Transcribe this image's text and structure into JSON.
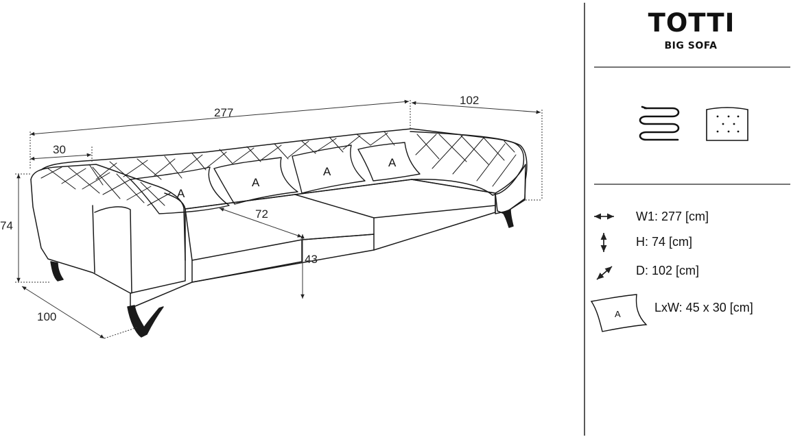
{
  "product": {
    "name": "TOTTI",
    "type": "BIG SOFA"
  },
  "dimensions": {
    "overall_width": "277",
    "overall_depth_top": "102",
    "armrest_width": "30",
    "overall_height": "74",
    "overall_depth": "100",
    "seat_depth": "72",
    "seat_height": "43"
  },
  "pillow_label": "A",
  "icons": [
    "spring-icon",
    "tufted-cushion-icon",
    "width-arrow-icon",
    "height-arrow-icon",
    "depth-arrow-icon",
    "pillow-icon"
  ],
  "specs": [
    {
      "icon": "width-arrow-icon",
      "text": "W1: 277 [cm]"
    },
    {
      "icon": "height-arrow-icon",
      "text": "H: 74 [cm]"
    },
    {
      "icon": "depth-arrow-icon",
      "text": "D: 102 [cm]"
    },
    {
      "icon": "pillow-icon",
      "text": "LxW: 45 x 30 [cm]"
    }
  ]
}
